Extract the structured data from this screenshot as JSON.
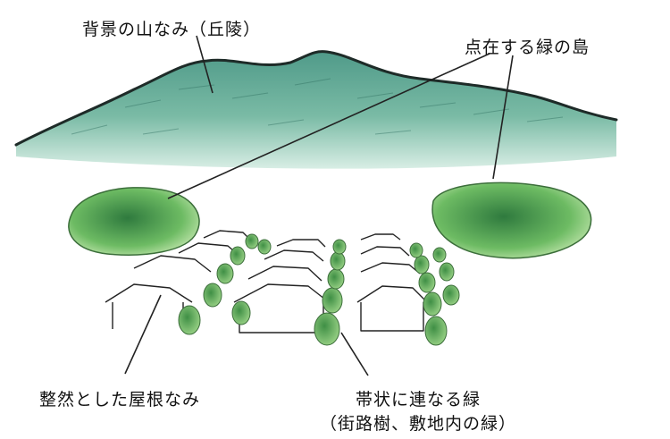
{
  "labels": {
    "hills": "背景の山なみ（丘陵）",
    "islands": "点在する緑の島",
    "roofs": "整然とした屋根なみ",
    "strip_line1": "帯状に連なる緑",
    "strip_line2": "（街路樹、敷地内の緑）"
  },
  "colors": {
    "hill_fill": "#4f9e8a",
    "hill_outline": "#1e2b28",
    "foliage_light": "#8fcf7c",
    "foliage_dark": "#2f7a3e",
    "ink": "#222222"
  }
}
